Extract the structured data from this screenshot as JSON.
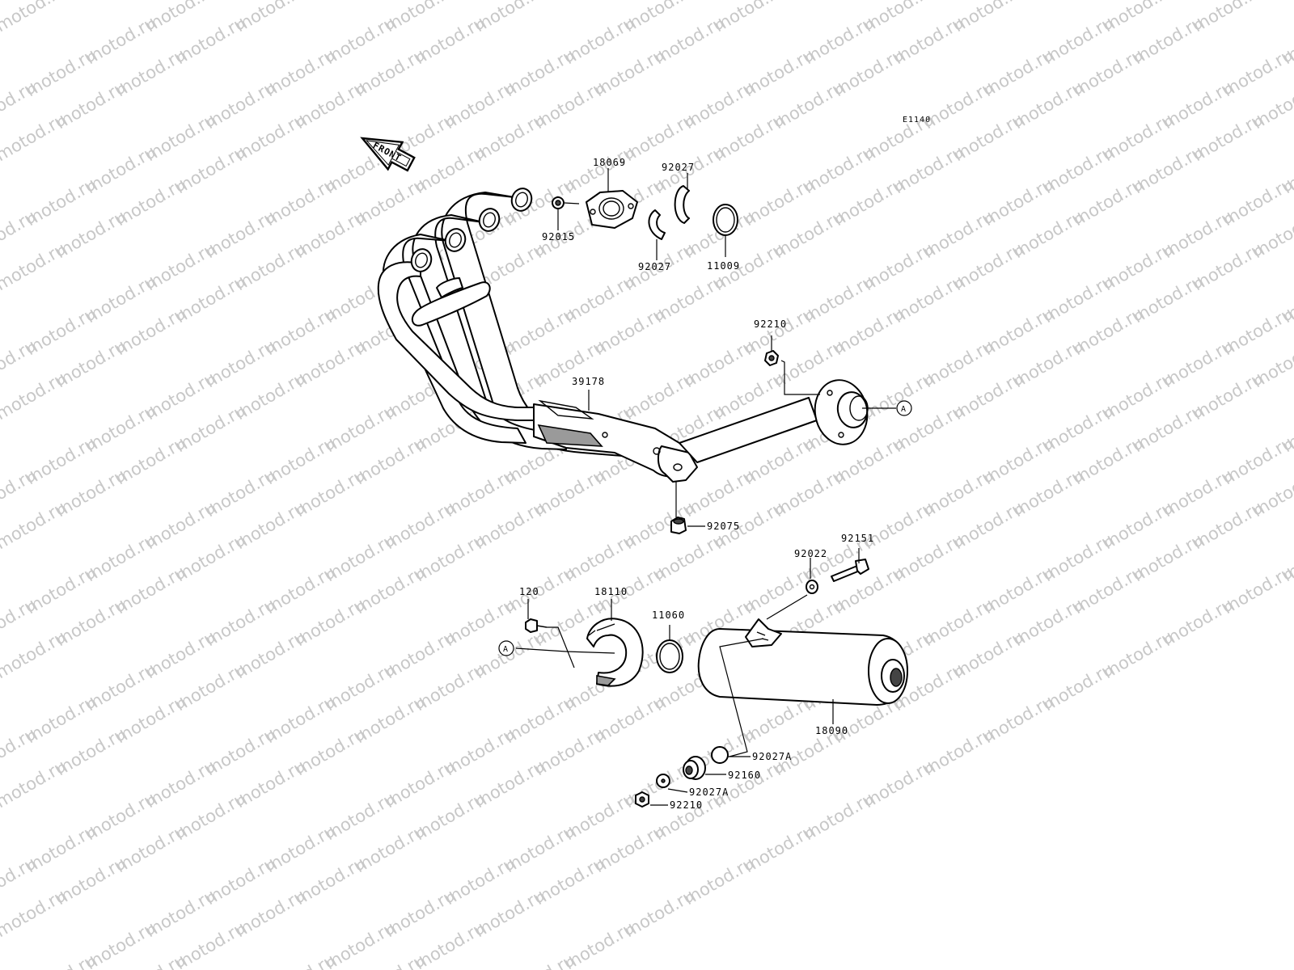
{
  "diagram": {
    "code": "E1140",
    "front_label": "FRONT",
    "watermark": "motod.ru",
    "parts": {
      "p18069": "18069",
      "p92027_top": "92027",
      "p92015": "92015",
      "p92027_mid": "92027",
      "p11009": "11009",
      "p92210_top": "92210",
      "p39178": "39178",
      "ref_a_right": "A",
      "p92075": "92075",
      "p92151": "92151",
      "p92022": "92022",
      "p120": "120",
      "p18110": "18110",
      "p11060": "11060",
      "ref_a_left": "A",
      "p18090": "18090",
      "p92027a_top": "92027A",
      "p92160": "92160",
      "p92027a_bottom": "92027A",
      "p92210_bottom": "92210"
    }
  }
}
